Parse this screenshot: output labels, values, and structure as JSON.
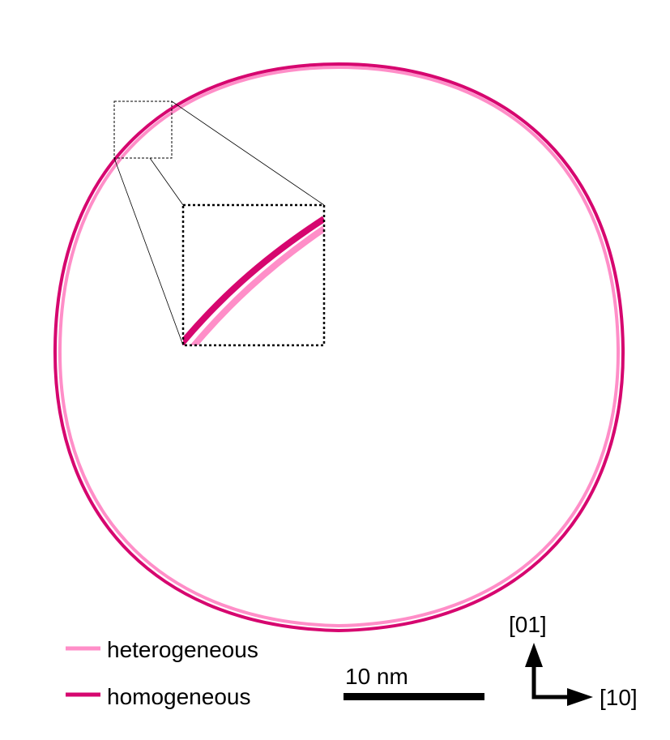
{
  "colors": {
    "heterogeneous": "#ff8ec8",
    "homogeneous": "#d6066f",
    "frame": "#000000"
  },
  "legend": {
    "items": [
      {
        "label": "heterogeneous",
        "color": "#ff8ec8"
      },
      {
        "label": "homogeneous",
        "color": "#d6066f"
      }
    ]
  },
  "scale_bar": {
    "label": "10 nm"
  },
  "axes": {
    "vertical": "[01]",
    "horizontal": "[10]"
  }
}
